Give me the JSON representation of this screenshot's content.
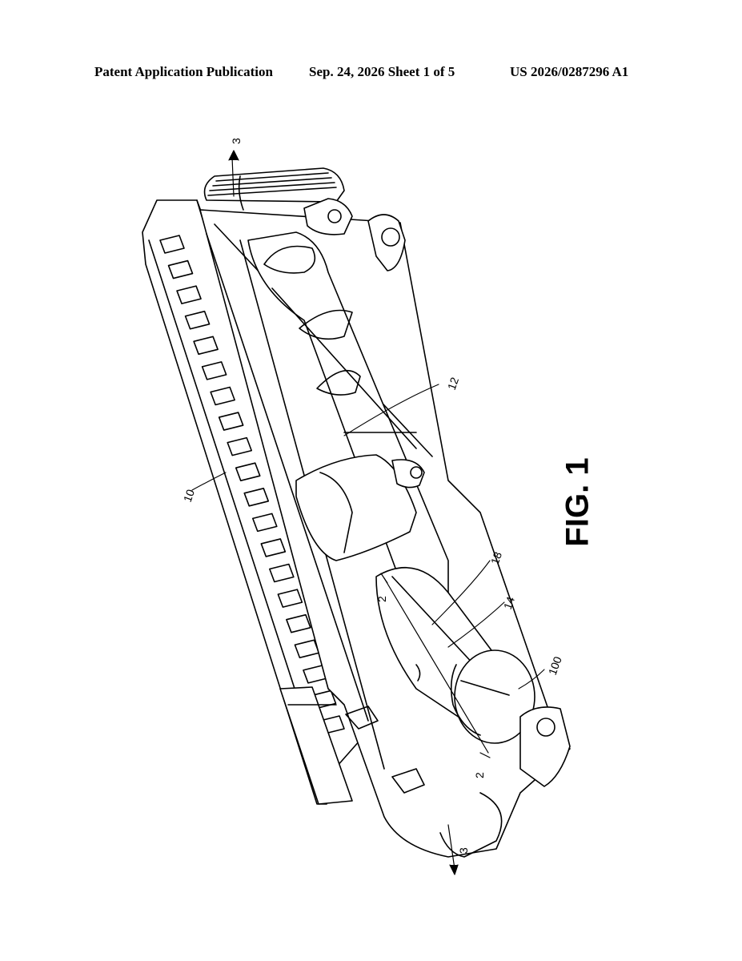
{
  "header": {
    "left": "Patent Application Publication",
    "middle": "Sep. 24, 2026   Sheet 1 of 5",
    "right": "US 2026/0287296 A1"
  },
  "figure": {
    "label": "FIG. 1",
    "ref_numerals": {
      "receiver": "10",
      "channel": "12",
      "bolt": "14",
      "port": "18",
      "face": "100"
    },
    "section_marks": {
      "section_3": "3",
      "section_2": "2"
    }
  },
  "colors": {
    "ink": "#000000",
    "paper": "#ffffff"
  }
}
